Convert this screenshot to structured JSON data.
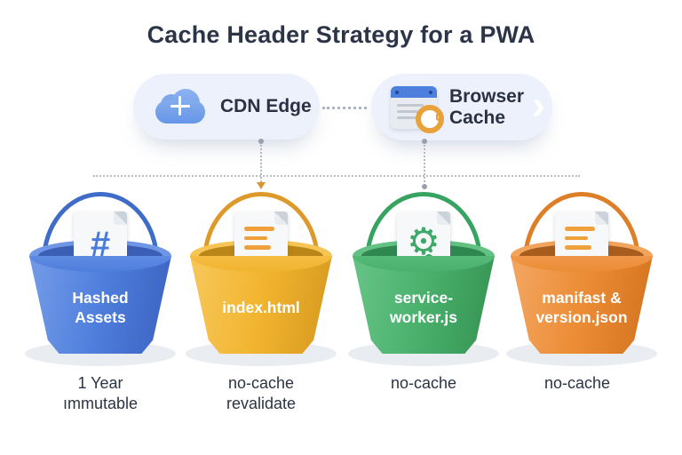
{
  "title": "Cache Header Strategy for a PWA",
  "flow": {
    "cdn": {
      "label": "CDN Edge"
    },
    "browser": {
      "label_line1": "Browser",
      "label_line2": "Cache",
      "chevron": "›"
    }
  },
  "buckets": [
    {
      "id": "hashed-assets",
      "label_line1": "Hashed",
      "label_line2": "Assets",
      "doc_icon": "hash-document-icon",
      "doc_glyph": "#",
      "policy_line1": "1 Year",
      "policy_line2": "ımmutable",
      "bucket_color": "#4e7edd"
    },
    {
      "id": "index-html",
      "label_line1": "index.html",
      "label_line2": "",
      "doc_icon": "text-document-icon",
      "doc_glyph": "",
      "policy_line1": "no-cache",
      "policy_line2": "revalidate",
      "bucket_color": "#f2b42f"
    },
    {
      "id": "service-worker",
      "label_line1": "service-",
      "label_line2": "worker.js",
      "doc_icon": "gear-document-icon",
      "doc_glyph": "⚙",
      "policy_line1": "no-cache",
      "policy_line2": "",
      "bucket_color": "#49b06c"
    },
    {
      "id": "manifest-version",
      "label_line1": "manifast &",
      "label_line2": "version.json",
      "doc_icon": "text-gear-document-icon",
      "doc_glyph": "⚙",
      "policy_line1": "no-cache",
      "policy_line2": "",
      "bucket_color": "#ec8c35"
    }
  ],
  "colors": {
    "background": "#ffffff",
    "title_text": "#2c3447",
    "pill_background": "#edf1fb",
    "cloud_blue": "#6d9bea",
    "browser_bar_blue": "#4d7fdc",
    "clock_orange": "#e9a23b",
    "dotted_line": "#b7bcc6",
    "bucket_blue": "#4e7edd",
    "bucket_yellow": "#f2b42f",
    "bucket_green": "#49b06c",
    "bucket_orange": "#ec8c35"
  }
}
